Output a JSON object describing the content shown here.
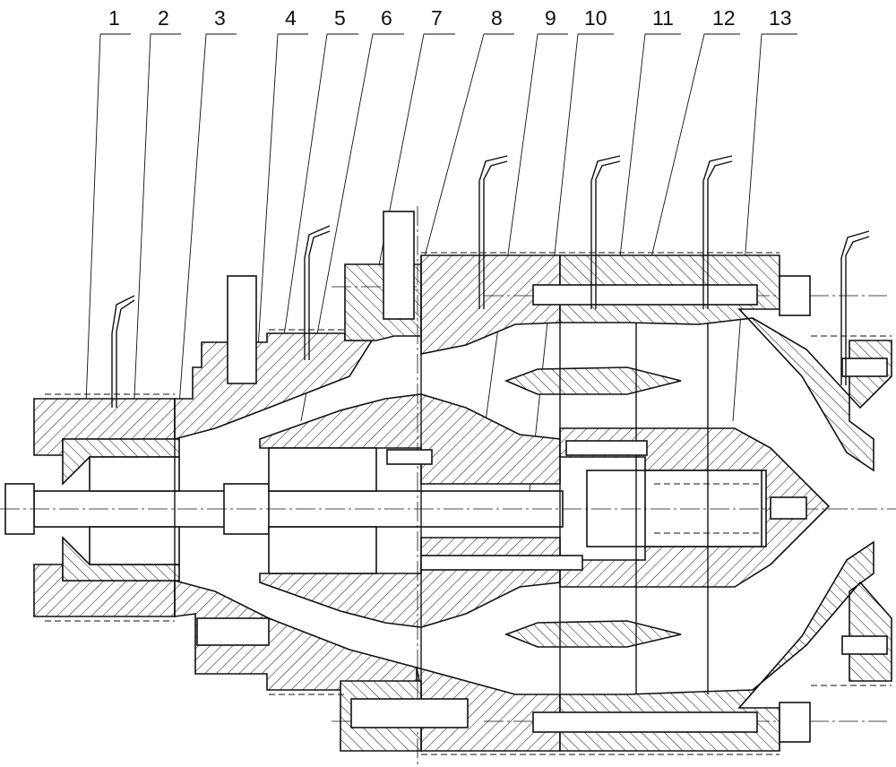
{
  "figure": {
    "callouts": [
      {
        "id": "callout-1",
        "label": "1"
      },
      {
        "id": "callout-2",
        "label": "2"
      },
      {
        "id": "callout-3",
        "label": "3"
      },
      {
        "id": "callout-4",
        "label": "4"
      },
      {
        "id": "callout-5",
        "label": "5"
      },
      {
        "id": "callout-6",
        "label": "6"
      },
      {
        "id": "callout-7",
        "label": "7"
      },
      {
        "id": "callout-8",
        "label": "8"
      },
      {
        "id": "callout-9",
        "label": "9"
      },
      {
        "id": "callout-10",
        "label": "10"
      },
      {
        "id": "callout-11",
        "label": "11"
      },
      {
        "id": "callout-12",
        "label": "12"
      },
      {
        "id": "callout-13",
        "label": "13"
      }
    ],
    "colors": {
      "line": "#111111",
      "background": "#ffffff"
    }
  }
}
